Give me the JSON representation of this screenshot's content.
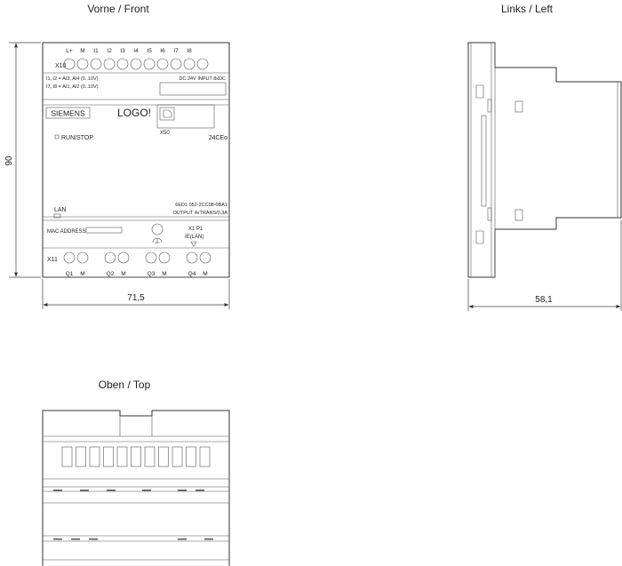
{
  "views": {
    "front": {
      "title": "Vorne / Front",
      "connector_top_label": "X10",
      "top_terminals": [
        "L+",
        "M",
        "I1",
        "I2",
        "I3",
        "I4",
        "I5",
        "I6",
        "I7",
        "I8"
      ],
      "input_note_1": "I1, I2 = AI3, AI4 (0..10V)",
      "input_note_2": "I7, I8 = AI1, AI2 (0..10V)",
      "supply_label": "DC 24V INPUT 8xDC",
      "brand": "SIEMENS",
      "logo": "LOGO!",
      "slot_label": "X50",
      "run_stop": "RUN/STOP",
      "model": "24CEo",
      "order_number": "6ED1 052-2CC08-0BA1",
      "output_rating": "OUTPUT 4xTRANS/0.3A",
      "lan_label": "LAN",
      "mac_label": "MAC ADDRESS",
      "x1p1_label": "X1 P1",
      "ie_lan_label": "IE(LAN)",
      "connector_bottom_label": "X11",
      "bottom_terminals": [
        "Q1",
        "M",
        "Q2",
        "M",
        "Q3",
        "M",
        "Q4",
        "M"
      ],
      "height_dim": "90",
      "width_dim": "71,5"
    },
    "left": {
      "title": "Links / Left",
      "depth_dim": "58,1"
    },
    "top": {
      "title": "Oben / Top"
    }
  }
}
